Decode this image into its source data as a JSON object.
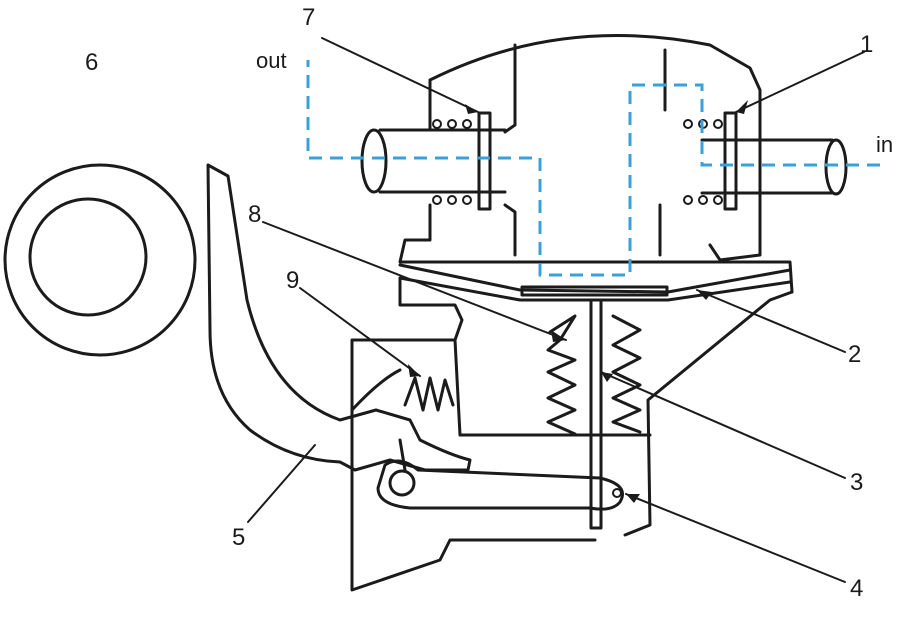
{
  "colors": {
    "ink": "#1b1b1b",
    "flow": "#3aa0d8",
    "paper": "#ffffff"
  },
  "ports": {
    "out": "out",
    "in": "in"
  },
  "labels": {
    "l1": "1",
    "l2": "2",
    "l3": "3",
    "l4": "4",
    "l5": "5",
    "l6": "6",
    "l7": "7",
    "l8": "8",
    "l9": "9"
  }
}
